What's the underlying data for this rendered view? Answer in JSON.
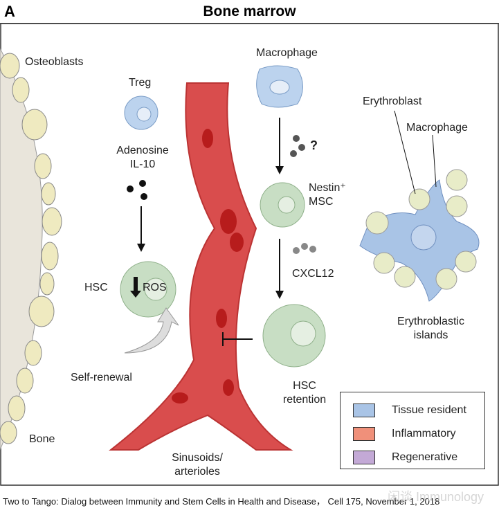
{
  "panel_letter": "A",
  "title": "Bone marrow",
  "labels": {
    "osteoblasts": "Osteoblasts",
    "bone": "Bone",
    "treg": "Treg",
    "adenosine": "Adenosine",
    "il10": "IL-10",
    "hsc": "HSC",
    "ros": "ROS",
    "self_renewal": "Self-renewal",
    "sinusoids": "Sinusoids/",
    "arterioles": "arterioles",
    "macrophage_top": "Macrophage",
    "question": "?",
    "nestin": "Nestin⁺",
    "msc": "MSC",
    "cxcl12": "CXCL12",
    "hsc_retention_1": "HSC",
    "hsc_retention_2": "retention",
    "erythroblast": "Erythroblast",
    "macrophage_island": "Macrophage",
    "islands_1": "Erythroblastic",
    "islands_2": "islands"
  },
  "legend": [
    {
      "label": "Tissue resident",
      "color": "#a9c4e6"
    },
    {
      "label": "Inflammatory",
      "color": "#f0907a"
    },
    {
      "label": "Regenerative",
      "color": "#c3a9d6"
    }
  ],
  "caption": "Two to Tango: Dialog between Immunity and Stem Cells in Health and Disease， Cell 175, November 1, 2018",
  "watermark": "闲谈 Immunology"
}
